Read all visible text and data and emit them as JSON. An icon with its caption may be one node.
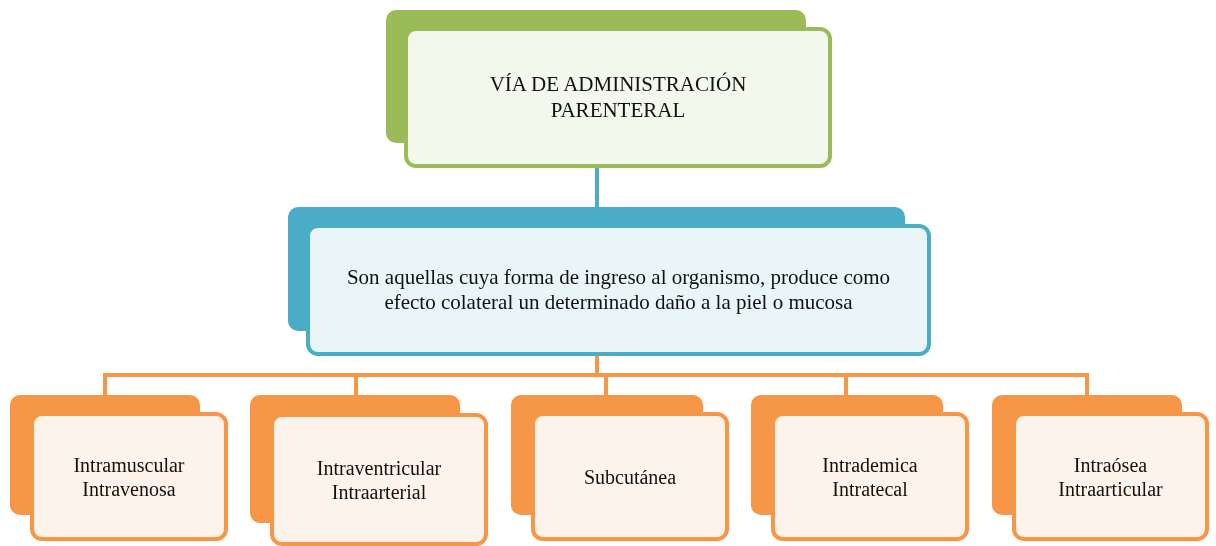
{
  "diagram": {
    "nodes": [
      {
        "text": [
          "VÍA DE ADMINISTRACIÓN PARENTERAL"
        ]
      },
      {
        "text": [
          "Son aquellas cuya forma de ingreso al organismo, produce como efecto colateral un determinado daño a la piel o mucosa"
        ]
      },
      {
        "text": [
          "Intramuscular Intravenosa"
        ]
      },
      {
        "text": [
          "Intraventricular Intraarterial"
        ]
      },
      {
        "text": [
          "Subcutánea"
        ]
      },
      {
        "text": [
          "Intrademica Intratecal"
        ]
      },
      {
        "text": [
          "Intraósea Intraarticular"
        ]
      }
    ],
    "edges": [
      {
        "from": 0,
        "to": 1,
        "arrow": "none",
        "color": "#4bacc6"
      },
      {
        "from": 1,
        "to": 2,
        "arrow": "none"
      },
      {
        "from": 1,
        "to": 3,
        "arrow": "none"
      },
      {
        "from": 1,
        "to": 4,
        "arrow": "none"
      },
      {
        "from": 1,
        "to": 5,
        "arrow": "none"
      },
      {
        "from": 1,
        "to": 6,
        "arrow": "none"
      }
    ]
  }
}
